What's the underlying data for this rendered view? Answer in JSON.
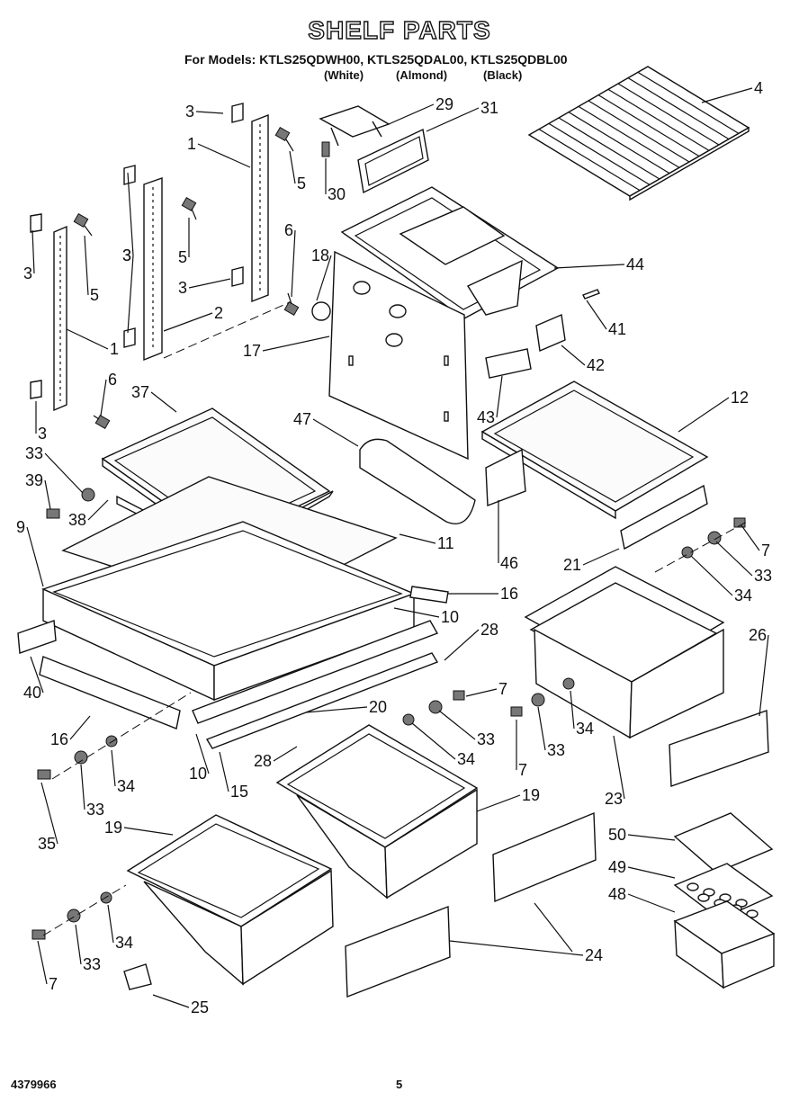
{
  "header": {
    "title": "SHELF PARTS",
    "models_line": "For Models: KTLS25QDWH00, KTLS25QDAL00, KTLS25QDBL00",
    "variants": [
      "(White)",
      "(Almond)",
      "(Black)"
    ]
  },
  "footer": {
    "doc_number": "4379966",
    "page_number": "5"
  },
  "callouts": [
    {
      "id": "c3a",
      "num": "3"
    },
    {
      "id": "c1a",
      "num": "1"
    },
    {
      "id": "c5a",
      "num": "5"
    },
    {
      "id": "c30",
      "num": "30"
    },
    {
      "id": "c29",
      "num": "29"
    },
    {
      "id": "c31",
      "num": "31"
    },
    {
      "id": "c4",
      "num": "4"
    },
    {
      "id": "c3b",
      "num": "3"
    },
    {
      "id": "c3c",
      "num": "3"
    },
    {
      "id": "c5b",
      "num": "5"
    },
    {
      "id": "c3d",
      "num": "3"
    },
    {
      "id": "c5c",
      "num": "5"
    },
    {
      "id": "c6a",
      "num": "6"
    },
    {
      "id": "c18",
      "num": "18"
    },
    {
      "id": "c44",
      "num": "44"
    },
    {
      "id": "c3e",
      "num": "3"
    },
    {
      "id": "c2",
      "num": "2"
    },
    {
      "id": "c1b",
      "num": "1"
    },
    {
      "id": "c17",
      "num": "17"
    },
    {
      "id": "c41",
      "num": "41"
    },
    {
      "id": "c42",
      "num": "42"
    },
    {
      "id": "c3f",
      "num": "3"
    },
    {
      "id": "c6b",
      "num": "6"
    },
    {
      "id": "c37",
      "num": "37"
    },
    {
      "id": "c43",
      "num": "43"
    },
    {
      "id": "c12",
      "num": "12"
    },
    {
      "id": "c47",
      "num": "47"
    },
    {
      "id": "c3g",
      "num": "3"
    },
    {
      "id": "c33a",
      "num": "33"
    },
    {
      "id": "c39",
      "num": "39"
    },
    {
      "id": "c38",
      "num": "38"
    },
    {
      "id": "c9",
      "num": "9"
    },
    {
      "id": "c11",
      "num": "11"
    },
    {
      "id": "c46",
      "num": "46"
    },
    {
      "id": "c7a",
      "num": "7"
    },
    {
      "id": "c21",
      "num": "21"
    },
    {
      "id": "c33b",
      "num": "33"
    },
    {
      "id": "c34a",
      "num": "34"
    },
    {
      "id": "c16a",
      "num": "16"
    },
    {
      "id": "c10a",
      "num": "10"
    },
    {
      "id": "c26",
      "num": "26"
    },
    {
      "id": "c28a",
      "num": "28"
    },
    {
      "id": "c40",
      "num": "40"
    },
    {
      "id": "c7b",
      "num": "7"
    },
    {
      "id": "c20",
      "num": "20"
    },
    {
      "id": "c33c",
      "num": "33"
    },
    {
      "id": "c16b",
      "num": "16"
    },
    {
      "id": "c34b",
      "num": "34"
    },
    {
      "id": "c33d",
      "num": "33"
    },
    {
      "id": "c34c",
      "num": "34"
    },
    {
      "id": "c7c",
      "num": "7"
    },
    {
      "id": "c28b",
      "num": "28"
    },
    {
      "id": "c10b",
      "num": "10"
    },
    {
      "id": "c15",
      "num": "15"
    },
    {
      "id": "c34d",
      "num": "34"
    },
    {
      "id": "c33e",
      "num": "33"
    },
    {
      "id": "c35",
      "num": "35"
    },
    {
      "id": "c23",
      "num": "23"
    },
    {
      "id": "c19a",
      "num": "19"
    },
    {
      "id": "c19b",
      "num": "19"
    },
    {
      "id": "c50",
      "num": "50"
    },
    {
      "id": "c49",
      "num": "49"
    },
    {
      "id": "c48",
      "num": "48"
    },
    {
      "id": "c34e",
      "num": "34"
    },
    {
      "id": "c33f",
      "num": "33"
    },
    {
      "id": "c24",
      "num": "24"
    },
    {
      "id": "c7d",
      "num": "7"
    },
    {
      "id": "c25",
      "num": "25"
    }
  ]
}
